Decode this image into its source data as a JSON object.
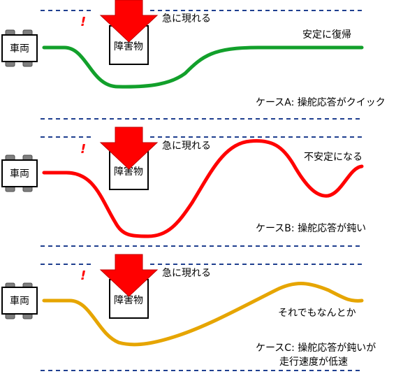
{
  "colors": {
    "case_a": "#12a02b",
    "case_b": "#ff0000",
    "case_c": "#e6a500",
    "dash": "#1f3f8f",
    "arrow": "#ff0000",
    "arrow_outline": "#c00000",
    "exclaim": "#ff0000"
  },
  "panels": [
    {
      "vehicle_label": "車両",
      "obstacle_label": "障害物",
      "sudden_label": "急に現れる",
      "exclaim": "!",
      "outcome_label": "安定に復帰",
      "case_lines": [
        "ケースA: 操舵応答がクイック"
      ]
    },
    {
      "vehicle_label": "車両",
      "obstacle_label": "障害物",
      "sudden_label": "急に現れる",
      "exclaim": "!",
      "outcome_label": "不安定になる",
      "case_lines": [
        "ケースB: 操舵応答が鈍い"
      ]
    },
    {
      "vehicle_label": "車両",
      "obstacle_label": "障害物",
      "sudden_label": "急に現れる",
      "exclaim": "!",
      "outcome_label": "それでもなんとか",
      "case_lines": [
        "ケースC: 操舵応答が鈍いが",
        "走行速度が低速"
      ]
    }
  ]
}
